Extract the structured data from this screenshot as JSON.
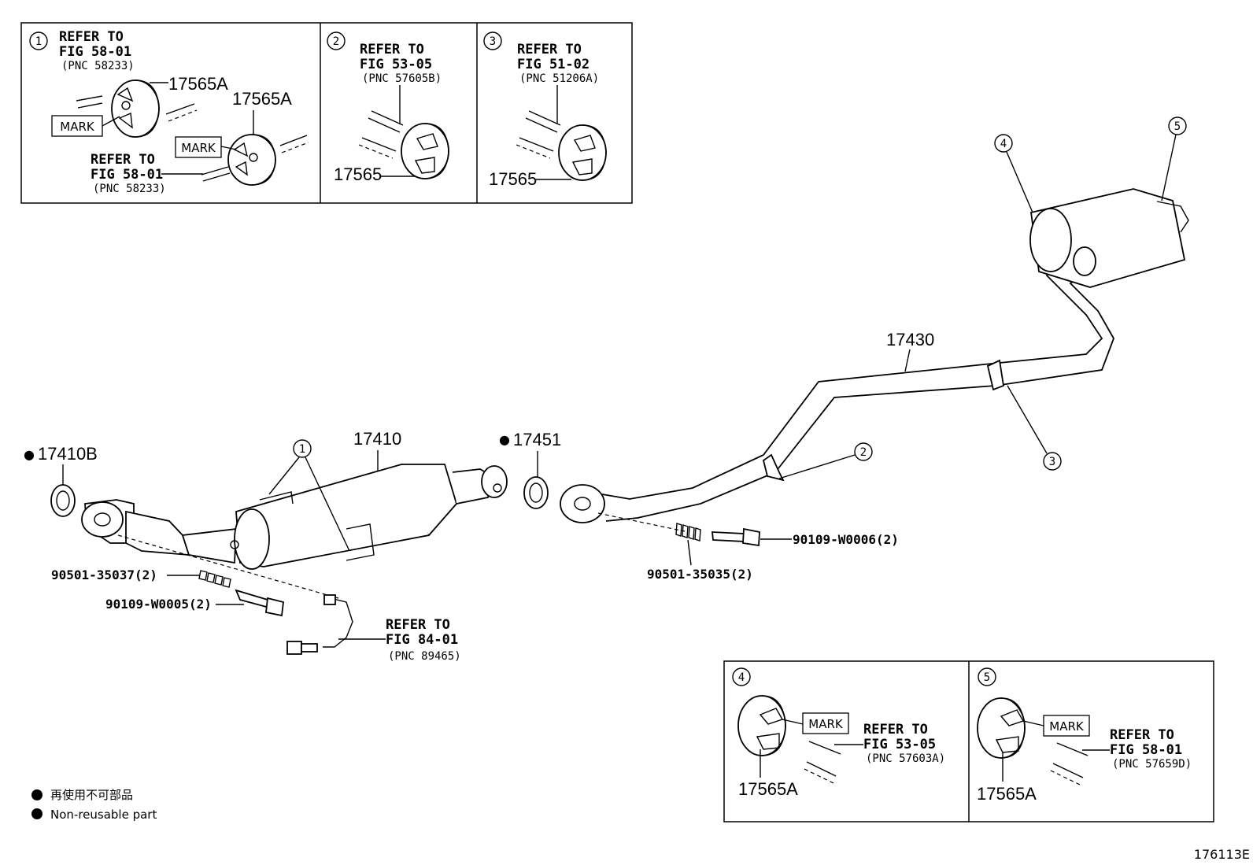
{
  "insets_top": [
    {
      "num": "1",
      "refer_1": [
        "REFER TO",
        "FIG 58-01",
        "(PNC 58233)"
      ],
      "part_a": "17565A",
      "part_b": "17565A",
      "mark_a": "MARK",
      "mark_b": "MARK",
      "refer_2": [
        "REFER TO",
        "FIG 58-01",
        "(PNC 58233)"
      ]
    },
    {
      "num": "2",
      "refer": [
        "REFER TO",
        "FIG 53-05",
        "(PNC 57605B)"
      ],
      "part": "17565"
    },
    {
      "num": "3",
      "refer": [
        "REFER TO",
        "FIG 51-02",
        "(PNC 51206A)"
      ],
      "part": "17565"
    }
  ],
  "insets_bottom": [
    {
      "num": "4",
      "mark": "MARK",
      "refer": [
        "REFER TO",
        "FIG 53-05",
        "(PNC 57603A)"
      ],
      "part": "17565A"
    },
    {
      "num": "5",
      "mark": "MARK",
      "refer": [
        "REFER TO",
        "FIG 58-01",
        "(PNC 57659D)"
      ],
      "part": "17565A"
    }
  ],
  "parts": {
    "p17410B": "17410B",
    "p17410": "17410",
    "p17451": "17451",
    "p17430": "17430",
    "gasket_left": "90501-35037(2)",
    "bolt_left": "90109-W0005(2)",
    "gasket_right": "90501-35035(2)",
    "bolt_right": "90109-W0006(2)"
  },
  "callouts": {
    "c1": "1",
    "c2": "2",
    "c3": "3",
    "c4": "4",
    "c5": "5"
  },
  "sensor_refer": [
    "REFER TO",
    "FIG 84-01",
    "(PNC 89465)"
  ],
  "legend": {
    "jp": "再使用不可部品",
    "en": "Non-reusable part"
  },
  "figure_id": "176113E"
}
